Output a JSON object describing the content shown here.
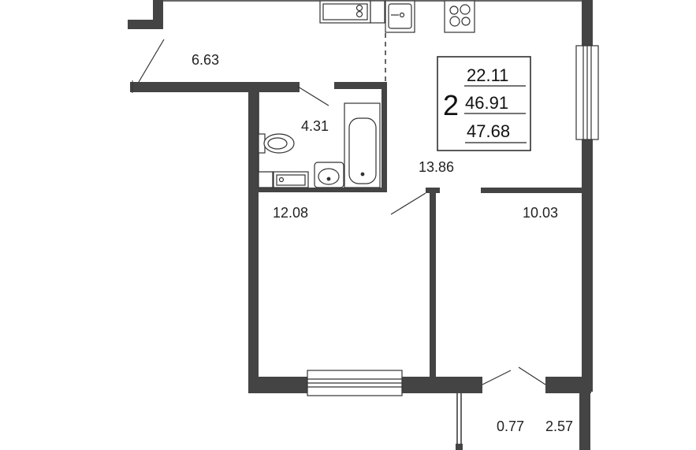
{
  "plan": {
    "summary": {
      "rooms_count": "2",
      "living_area": "22.11",
      "total_area": "46.91",
      "total_area_with_balcony": "47.68"
    },
    "room_areas": {
      "hallway": "6.63",
      "bathroom": "4.31",
      "kitchen_living": "13.86",
      "bedroom_left": "12.08",
      "bedroom_right": "10.03",
      "balcony_small": "0.77",
      "balcony": "2.57"
    },
    "colors": {
      "wall": "#444444",
      "line": "#333333",
      "background": "#ffffff"
    }
  }
}
